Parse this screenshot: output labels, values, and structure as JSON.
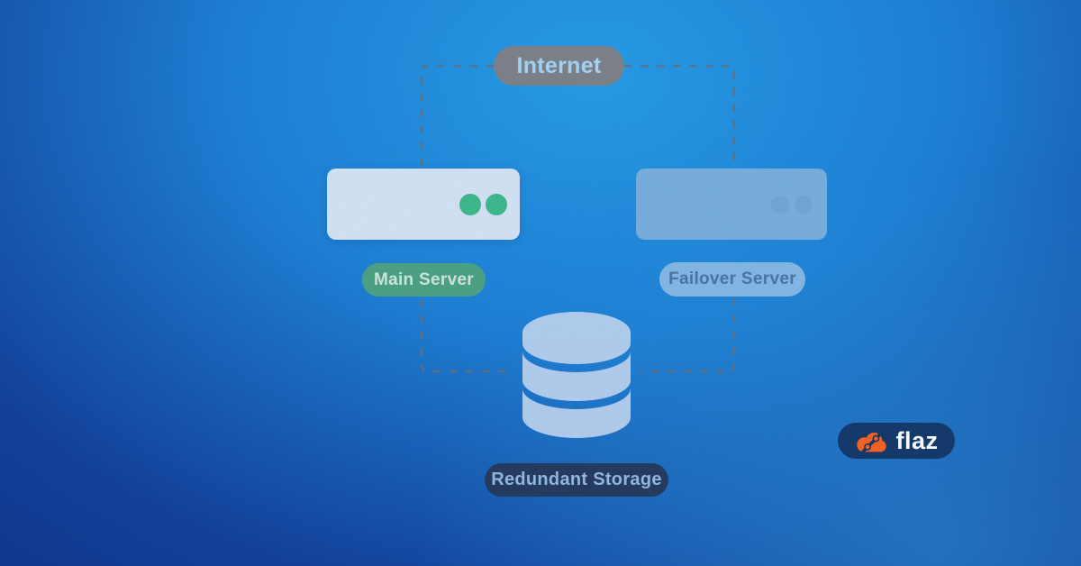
{
  "diagram": {
    "internet": {
      "label": "Internet"
    },
    "main_server": {
      "label": "Main Server",
      "status_dot_count": 2
    },
    "failover_server": {
      "label": "Failover Server",
      "status_dot_count": 2
    },
    "redundant_storage": {
      "label": "Redundant Storage",
      "icon": "database-icon"
    },
    "connections": [
      "internet to main-server (dashed)",
      "internet to failover-server (dashed)",
      "main-server to redundant-storage (dashed)",
      "failover-server to redundant-storage (dashed)"
    ]
  },
  "brand": {
    "label": "flaz",
    "icon": "cloud-icon"
  },
  "colors": {
    "background_edge": "#0d2f80",
    "background_center": "#2596e3",
    "connector_dash": "#666b70",
    "internet_pill_bg": "#787d85",
    "internet_text": "#9fd0f2",
    "main_server_box": "#cfdef1",
    "main_status_dot": "#3db388",
    "main_label_bg": "#499c7f",
    "main_label_text": "#c9e2d6",
    "failover_box": "#73a9d9",
    "failover_dot": "#6b9fce",
    "failover_label_bg": "#7fb2e1",
    "failover_label_text": "#46709f",
    "storage_label_bg": "#24395c",
    "storage_label_text": "#8cb4dc",
    "storage_icon": "#b4cdeb",
    "brand_pill_bg": "#143767",
    "brand_cloud": "#f05f22",
    "brand_text": "#f7fafd"
  }
}
